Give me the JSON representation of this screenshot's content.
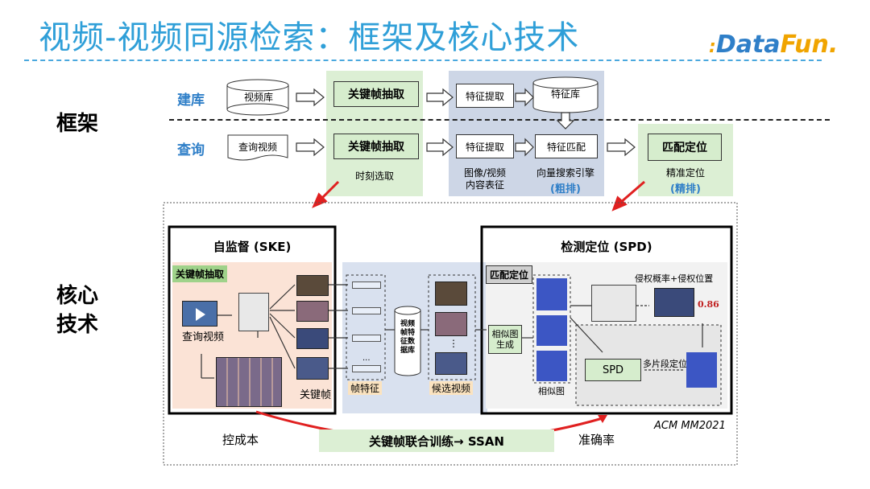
{
  "title": "视频-视频同源检索：框架及核心技术",
  "logo": {
    "prefix": ":",
    "main": "Data",
    "suffix": "Fun."
  },
  "sections": {
    "framework": "框架",
    "core_tech": "核心\n技术"
  },
  "rows": {
    "build": "建库",
    "query": "查询"
  },
  "pipeline": {
    "video_db": "视频库",
    "query_video": "查询视频",
    "keyframe_extract": "关键帧抽取",
    "feature_extract": "特征提取",
    "feature_db": "特征库",
    "feature_match": "特征匹配",
    "match_locate": "匹配定位",
    "caption_time": "时刻选取",
    "caption_image": "图像/视频\n内容表征",
    "caption_vector": "向量搜索引擎",
    "caption_coarse": "(粗排)",
    "caption_precise": "精准定位",
    "caption_fine": "(精排)"
  },
  "ske": {
    "title": "自监督 (SKE)",
    "tag": "关键帧抽取",
    "query_video": "查询视频",
    "keyframes": "关键帧"
  },
  "middle": {
    "frame_feat": "帧特征",
    "db": "视频\n帧特\n征数\n据库",
    "candidates": "候选视频",
    "dots": "...",
    "vdots": "⋮"
  },
  "spd": {
    "title": "检测定位 (SPD)",
    "tag": "匹配定位",
    "sim_gen": "相似图\n生成",
    "sim_map": "相似图",
    "infringe": "侵权概率+侵权位置",
    "score": "0.86",
    "spd_box": "SPD",
    "multi_seg": "多片段定位"
  },
  "bottom": {
    "cost": "控成本",
    "joint": "关键帧联合训练→ SSAN",
    "accuracy": "准确率",
    "venue": "ACM MM2021"
  },
  "colors": {
    "accent": "#2f9fd8",
    "green": "#dcefd4",
    "blue": "#cdd6e6",
    "red": "#e02020"
  }
}
